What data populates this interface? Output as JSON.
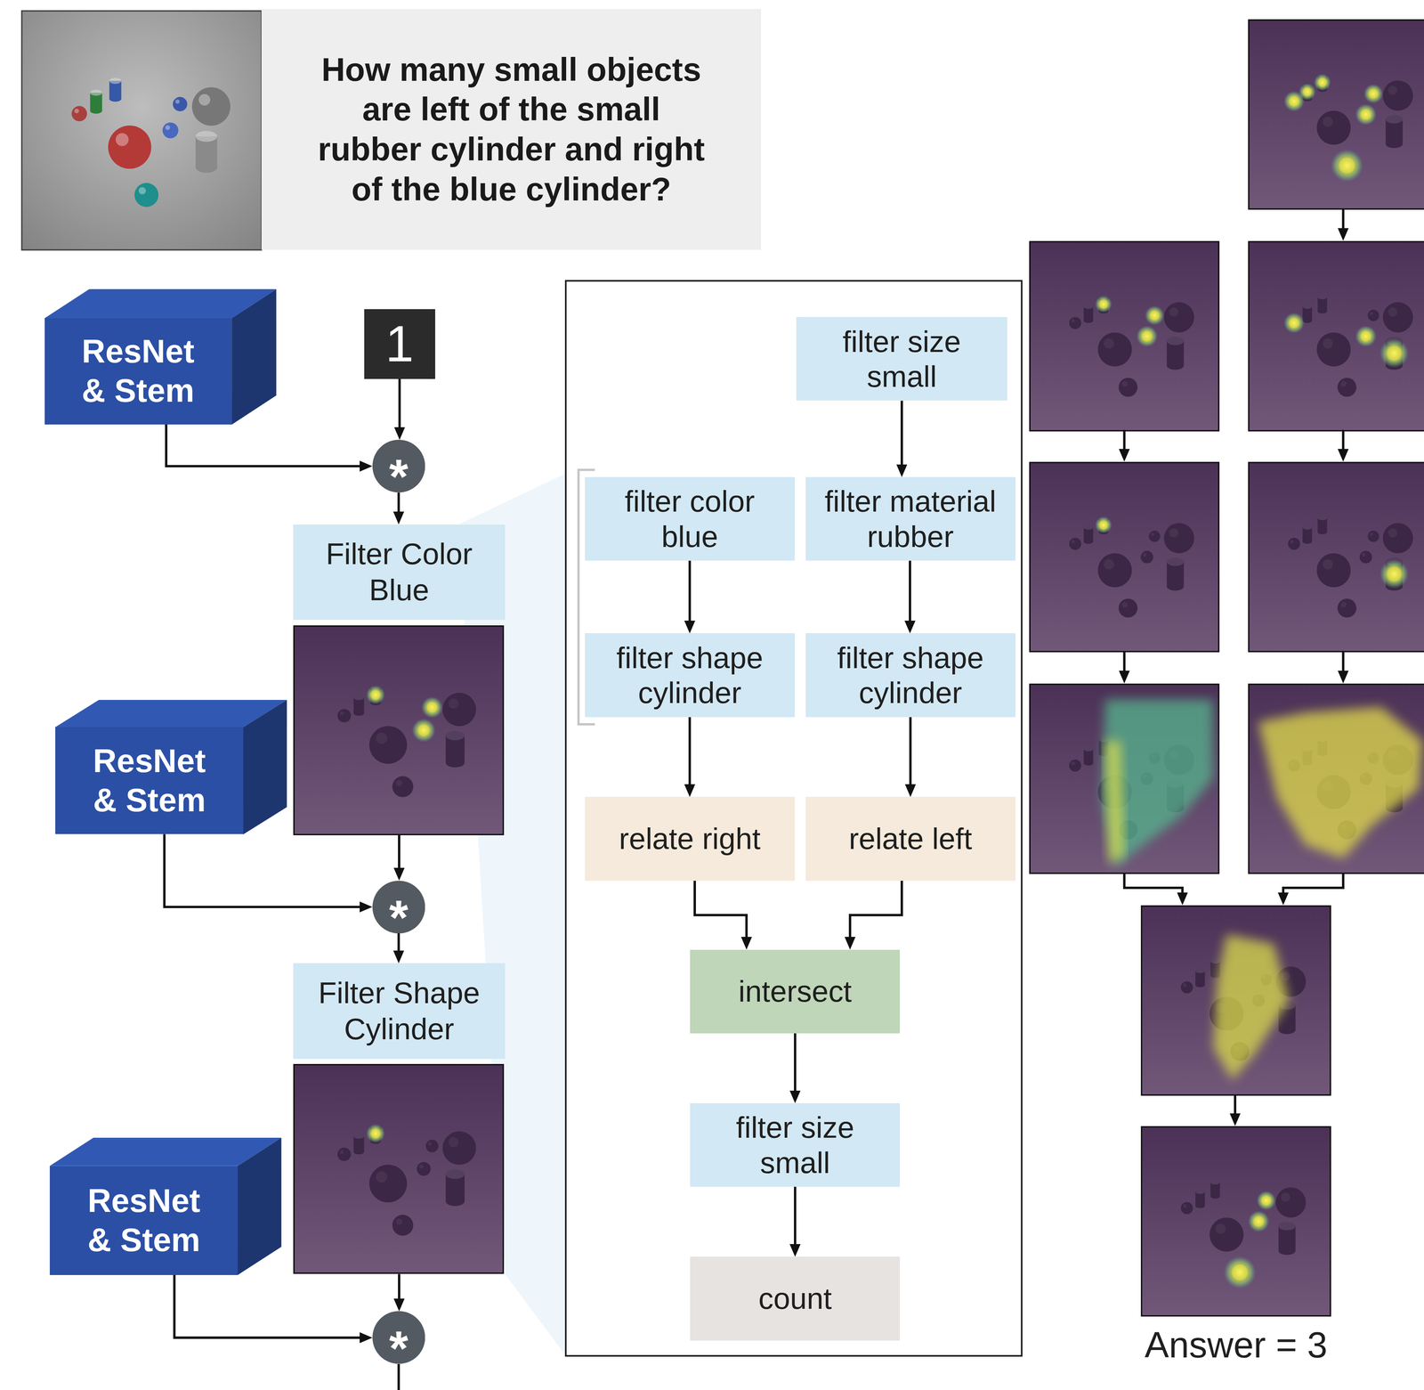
{
  "diagram": {
    "nodes": [
      {
        "text": [
          "How many small objects are left of the small rubber cylinder and right of the blue cylinder?"
        ]
      },
      {
        "text": [
          "ResNet & Stem"
        ]
      },
      {
        "text": [
          "1"
        ]
      },
      {
        "text": [
          "*"
        ]
      },
      {
        "text": [
          "Filter Color Blue"
        ]
      },
      {
        "text": [
          "ResNet & Stem"
        ]
      },
      {
        "text": [
          "*"
        ]
      },
      {
        "text": [
          "Filter Shape Cylinder"
        ]
      },
      {
        "text": [
          "ResNet & Stem"
        ]
      },
      {
        "text": [
          "*"
        ]
      },
      {
        "text": [
          "filter size small"
        ]
      },
      {
        "text": [
          "filter color blue"
        ]
      },
      {
        "text": [
          "filter material rubber"
        ]
      },
      {
        "text": [
          "filter shape cylinder"
        ]
      },
      {
        "text": [
          "filter shape cylinder"
        ]
      },
      {
        "text": [
          "relate right"
        ]
      },
      {
        "text": [
          "relate left"
        ]
      },
      {
        "text": [
          "intersect"
        ]
      },
      {
        "text": [
          "filter size small"
        ]
      },
      {
        "text": [
          "count"
        ]
      }
    ],
    "edges": [
      {
        "from": 1,
        "to": 3,
        "arrow": "to"
      },
      {
        "from": 2,
        "to": 3,
        "arrow": "to"
      },
      {
        "from": 3,
        "to": 4,
        "arrow": "to"
      },
      {
        "from": 4,
        "to": 6,
        "arrow": "to"
      },
      {
        "from": 5,
        "to": 6,
        "arrow": "to"
      },
      {
        "from": 6,
        "to": 7,
        "arrow": "to"
      },
      {
        "from": 7,
        "to": 9,
        "arrow": "to"
      },
      {
        "from": 8,
        "to": 9,
        "arrow": "to"
      },
      {
        "from": 10,
        "to": 12,
        "arrow": "to"
      },
      {
        "from": 11,
        "to": 13,
        "arrow": "to"
      },
      {
        "from": 12,
        "to": 14,
        "arrow": "to"
      },
      {
        "from": 13,
        "to": 15,
        "arrow": "to"
      },
      {
        "from": 14,
        "to": 16,
        "arrow": "to"
      },
      {
        "from": 15,
        "to": 17,
        "arrow": "to"
      },
      {
        "from": 16,
        "to": 17,
        "arrow": "to"
      },
      {
        "from": 17,
        "to": 18,
        "arrow": "to"
      },
      {
        "from": 18,
        "to": 19,
        "arrow": "to"
      }
    ],
    "labels": [
      "Answer = 3"
    ]
  }
}
